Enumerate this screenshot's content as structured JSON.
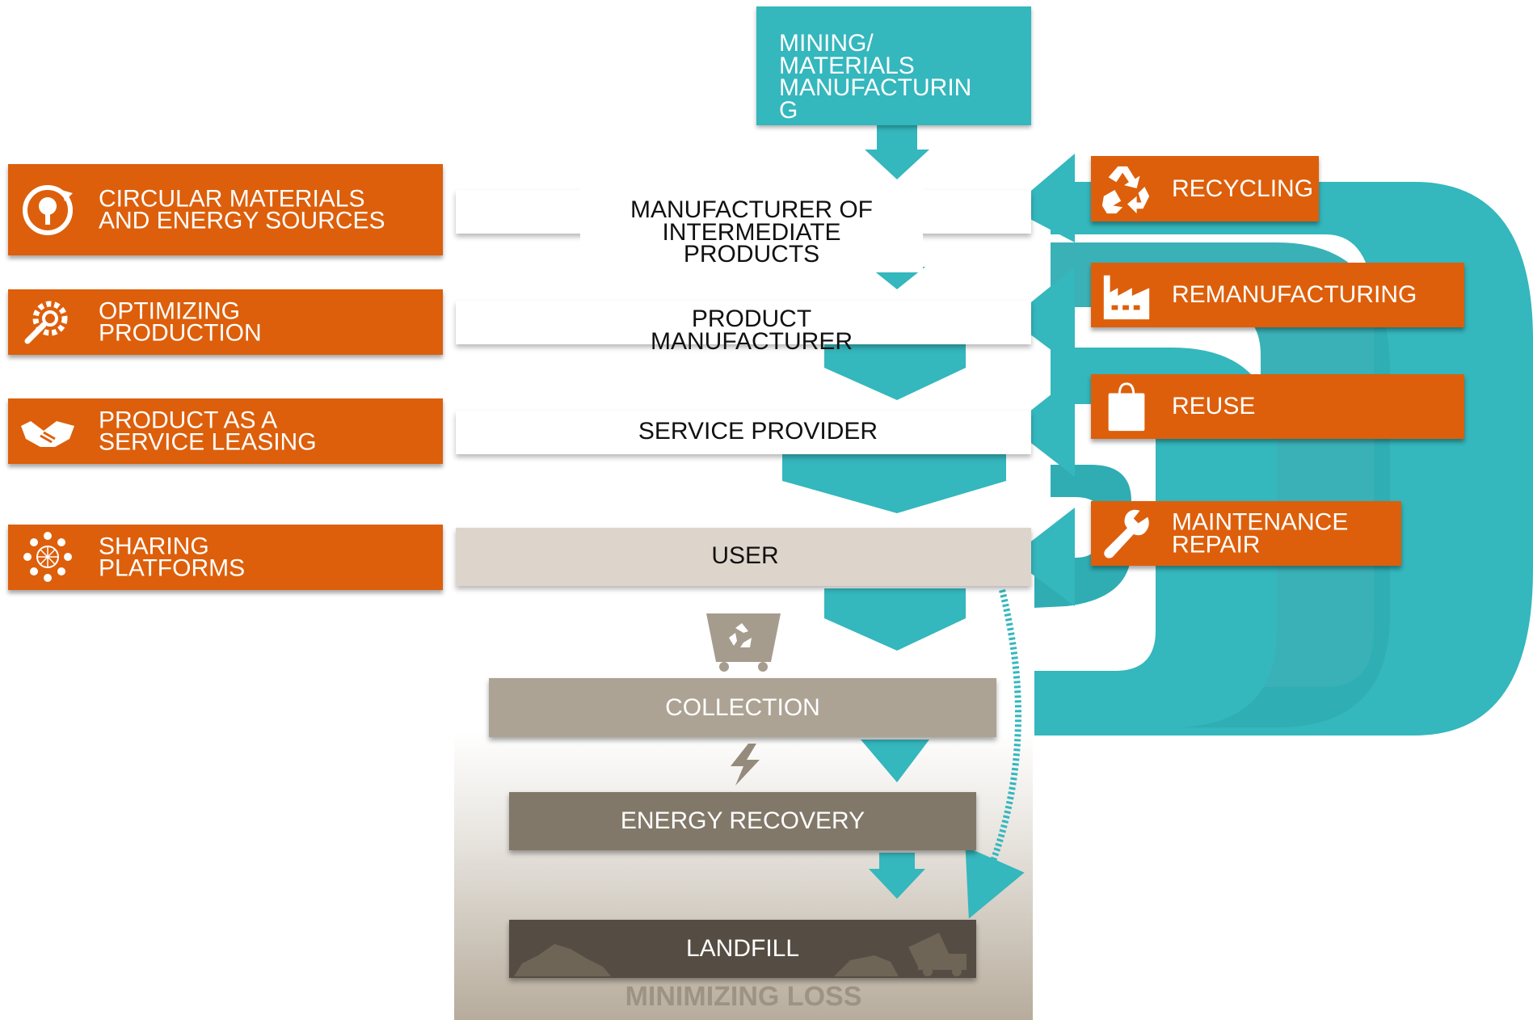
{
  "top": {
    "label": "MINING/\nMATERIALS\nMANUFACTURIN\nG"
  },
  "left_strategies": [
    {
      "label": "CIRCULAR MATERIALS\nAND ENERGY SOURCES",
      "icon": "tree-cycle-icon"
    },
    {
      "label": "OPTIMIZING\nPRODUCTION",
      "icon": "gear-wrench-icon"
    },
    {
      "label": "PRODUCT AS A\nSERVICE LEASING",
      "icon": "handshake-icon"
    },
    {
      "label": "SHARING\nPLATFORMS",
      "icon": "people-network-icon"
    }
  ],
  "chain": [
    {
      "label": "MANUFACTURER OF\nINTERMEDIATE\nPRODUCTS"
    },
    {
      "label": "PRODUCT\nMANUFACTURER"
    },
    {
      "label": "SERVICE PROVIDER"
    },
    {
      "label": "USER"
    }
  ],
  "loops": [
    {
      "label": "RECYCLING",
      "icon": "recycle-icon"
    },
    {
      "label": "REMANUFACTURING",
      "icon": "factory-icon"
    },
    {
      "label": "REUSE",
      "icon": "shopping-bag-icon"
    },
    {
      "label": "MAINTENANCE\nREPAIR",
      "icon": "wrench-icon"
    }
  ],
  "disposal": [
    {
      "label": "COLLECTION",
      "icon": "recycle-bin-icon"
    },
    {
      "label": "ENERGY RECOVERY",
      "icon": "lightning-icon"
    },
    {
      "label": "LANDFILL",
      "icon": "dump-truck-icon"
    }
  ],
  "footer": {
    "label": "MINIMIZING LOSS"
  },
  "colors": {
    "teal": "#34b7bd",
    "orange": "#dd5f0b",
    "user": "#ddd5cb",
    "collection": "#aca394",
    "energy": "#817869",
    "landfill": "#554d43"
  }
}
